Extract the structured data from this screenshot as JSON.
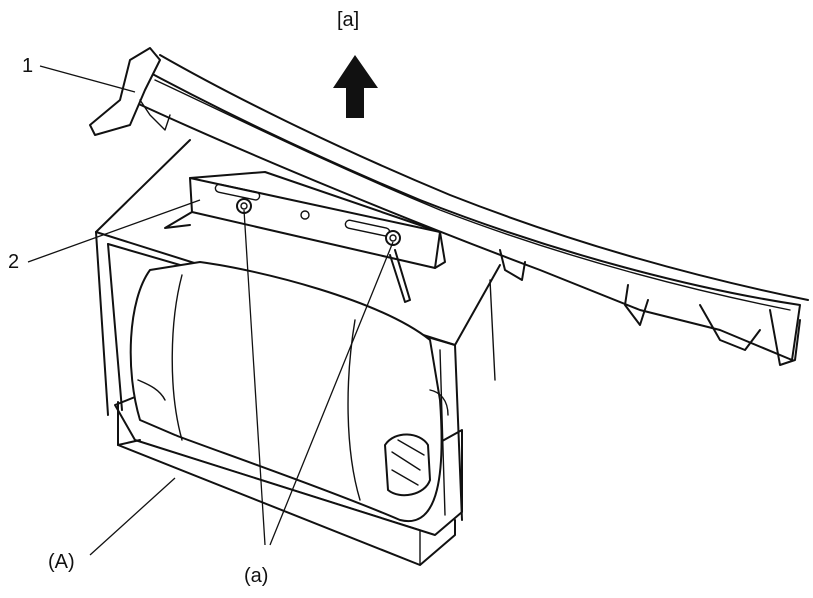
{
  "labels": {
    "direction": "[a]",
    "part_1": "1",
    "part_2": "2",
    "box_a": "(A)",
    "screws_a": "(a)"
  },
  "colors": {
    "line": "#111111",
    "background": "#ffffff"
  }
}
